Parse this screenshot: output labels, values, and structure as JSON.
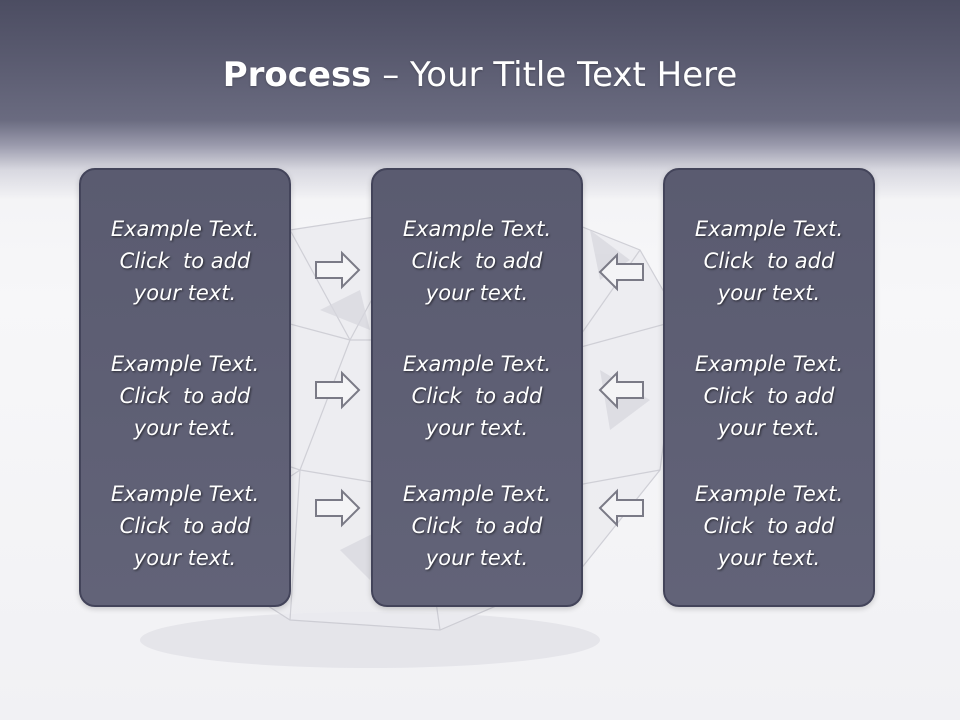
{
  "slide": {
    "title_bold": "Process",
    "title_rest": " – Your Title Text Here"
  },
  "columns": [
    {
      "blocks": [
        {
          "line1": "Example Text.",
          "line2": "Click  to add",
          "line3": "your text."
        },
        {
          "line1": "Example Text.",
          "line2": "Click  to add",
          "line3": "your text."
        },
        {
          "line1": "Example Text.",
          "line2": "Click  to add",
          "line3": "your text."
        }
      ]
    },
    {
      "blocks": [
        {
          "line1": "Example Text.",
          "line2": "Click  to add",
          "line3": "your text."
        },
        {
          "line1": "Example Text.",
          "line2": "Click  to add",
          "line3": "your text."
        },
        {
          "line1": "Example Text.",
          "line2": "Click  to add",
          "line3": "your text."
        }
      ]
    },
    {
      "blocks": [
        {
          "line1": "Example Text.",
          "line2": "Click  to add",
          "line3": "your text."
        },
        {
          "line1": "Example Text.",
          "line2": "Click  to add",
          "line3": "your text."
        },
        {
          "line1": "Example Text.",
          "line2": "Click  to add",
          "line3": "your text."
        }
      ]
    }
  ],
  "arrows": {
    "left_group": "arrow-right-icon",
    "right_group": "arrow-left-icon"
  },
  "colors": {
    "panel": "#5d5e73",
    "header": "#55566b",
    "text": "#ffffff"
  }
}
